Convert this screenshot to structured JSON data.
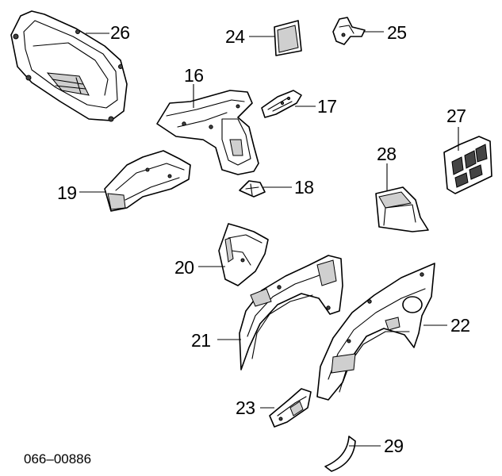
{
  "diagram": {
    "callouts": {
      "p16": "16",
      "p17": "17",
      "p18": "18",
      "p19": "19",
      "p20": "20",
      "p21": "21",
      "p22": "22",
      "p23": "23",
      "p24": "24",
      "p25": "25",
      "p26": "26",
      "p27": "27",
      "p28": "28",
      "p29": "29"
    },
    "drawing_code": "066–00886"
  }
}
